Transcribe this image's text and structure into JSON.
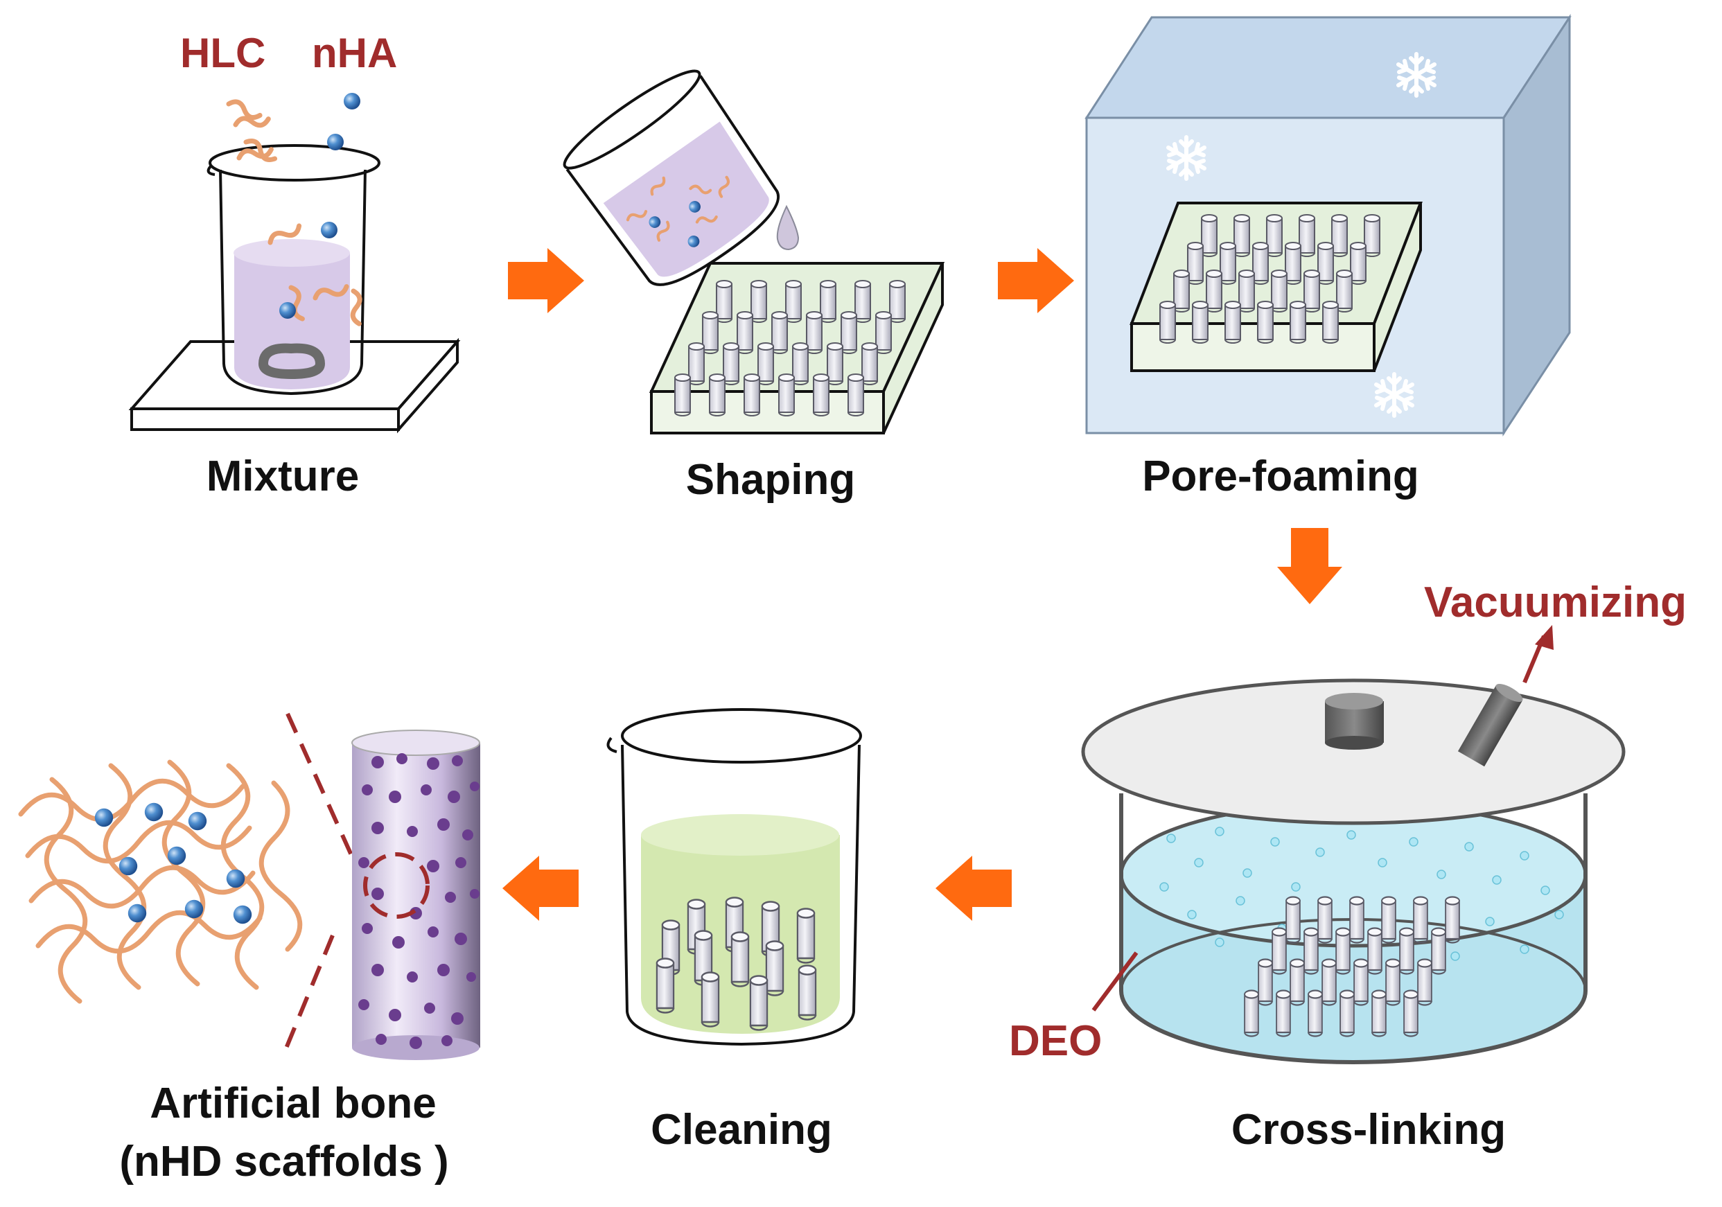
{
  "steps": {
    "mixture": "Mixture",
    "shaping": "Shaping",
    "pore_foaming": "Pore-foaming",
    "cross_linking": "Cross-linking",
    "cleaning": "Cleaning",
    "artificial_bone_1": "Artificial bone",
    "artificial_bone_2": "(nHD scaffolds )"
  },
  "annotations": {
    "hlc": "HLC",
    "nha": "nHA",
    "vacuumizing": "Vacuumizing",
    "deo": "DEO"
  },
  "colors": {
    "arrow": "#ff6a10",
    "annotation_red": "#a02c2c",
    "fiber": "#e8a070",
    "particle": "#3a74b8",
    "solution_purple": "#d7c9e8",
    "solution_green": "#d4e8b0",
    "freezer_blue": "#dbe8f5",
    "water_blue": "#b7e3ef"
  },
  "icons": [
    "beaker-icon",
    "stir-plate-icon",
    "mold-icon",
    "freezer-icon",
    "snowflake-icon",
    "desiccator-icon",
    "scaffold-cylinder-icon",
    "fiber-network-icon"
  ]
}
